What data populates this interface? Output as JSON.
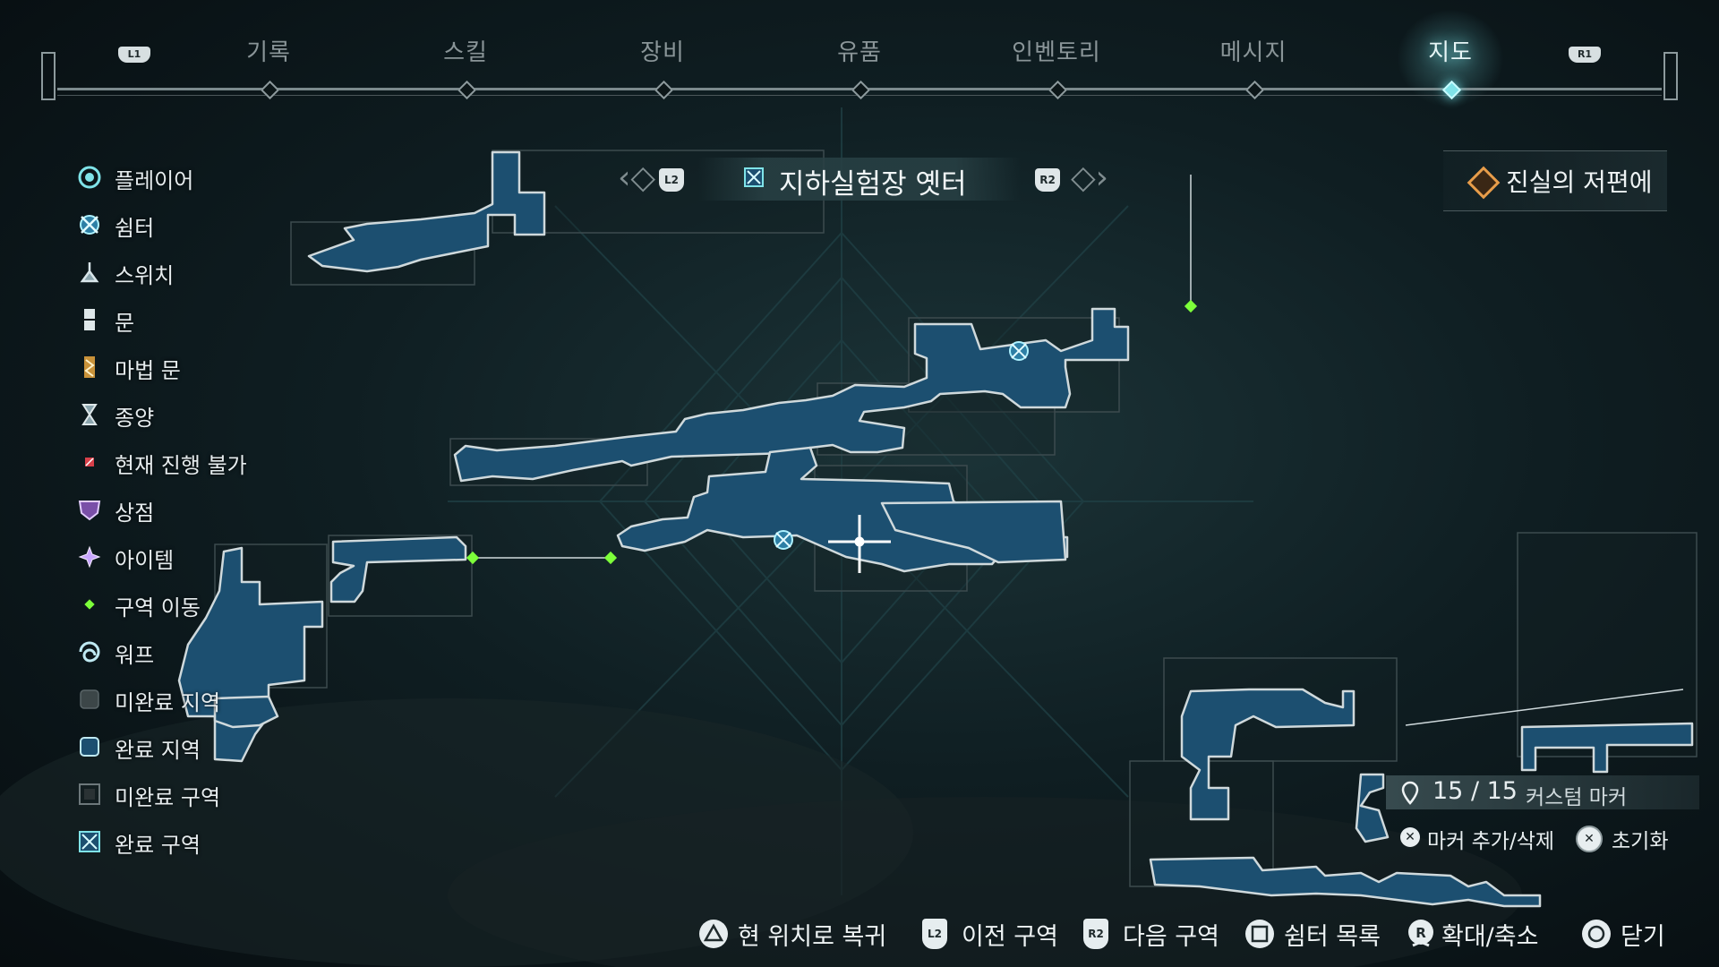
{
  "nav": {
    "left_button": "L1",
    "right_button": "R1",
    "tabs": [
      {
        "label": "기록",
        "active": false
      },
      {
        "label": "스킬",
        "active": false
      },
      {
        "label": "장비",
        "active": false
      },
      {
        "label": "유품",
        "active": false
      },
      {
        "label": "인벤토리",
        "active": false
      },
      {
        "label": "메시지",
        "active": false
      },
      {
        "label": "지도",
        "active": true
      }
    ]
  },
  "region": {
    "prev_button": "L2",
    "next_button": "R2",
    "title": "지하실험장 옛터"
  },
  "objective": {
    "label": "진실의 저편에",
    "icon": "orange-diamond-icon",
    "color": "#e79d4a"
  },
  "legend": {
    "items": [
      {
        "label": "플레이어",
        "icon": "player-icon"
      },
      {
        "label": "쉼터",
        "icon": "shelter-icon"
      },
      {
        "label": "스위치",
        "icon": "switch-icon"
      },
      {
        "label": "문",
        "icon": "door-icon"
      },
      {
        "label": "마법 문",
        "icon": "magic-door-icon"
      },
      {
        "label": "종양",
        "icon": "tumor-icon"
      },
      {
        "label": "현재 진행 불가",
        "icon": "blocked-icon"
      },
      {
        "label": "상점",
        "icon": "shop-icon"
      },
      {
        "label": "아이템",
        "icon": "item-icon"
      },
      {
        "label": "구역 이동",
        "icon": "area-transition-icon"
      },
      {
        "label": "워프",
        "icon": "warp-icon"
      },
      {
        "label": "미완료 지역",
        "icon": "incomplete-area-icon"
      },
      {
        "label": "완료 지역",
        "icon": "complete-area-icon"
      },
      {
        "label": "미완료 구역",
        "icon": "incomplete-zone-icon"
      },
      {
        "label": "완료 구역",
        "icon": "complete-zone-icon"
      }
    ]
  },
  "markers": {
    "count": "15 / 15",
    "label": "커스텀 마커",
    "add_remove": "마커 추가/삭제",
    "reset": "초기화"
  },
  "bottom": {
    "actions": [
      {
        "label": "현 위치로 복귀",
        "button": "triangle-button-icon"
      },
      {
        "label": "이전 구역",
        "button": "L2"
      },
      {
        "label": "다음 구역",
        "button": "R2"
      },
      {
        "label": "쉼터 목록",
        "button": "square-button-icon"
      },
      {
        "label": "확대/축소",
        "button": "R-stick-icon"
      },
      {
        "label": "닫기",
        "button": "circle-button-icon"
      }
    ]
  },
  "colors": {
    "map_fill": "#1c4f70",
    "map_outline": "#cfd9dc",
    "accent_cyan": "#7fe3e8",
    "area_transition": "#7dff3a"
  }
}
